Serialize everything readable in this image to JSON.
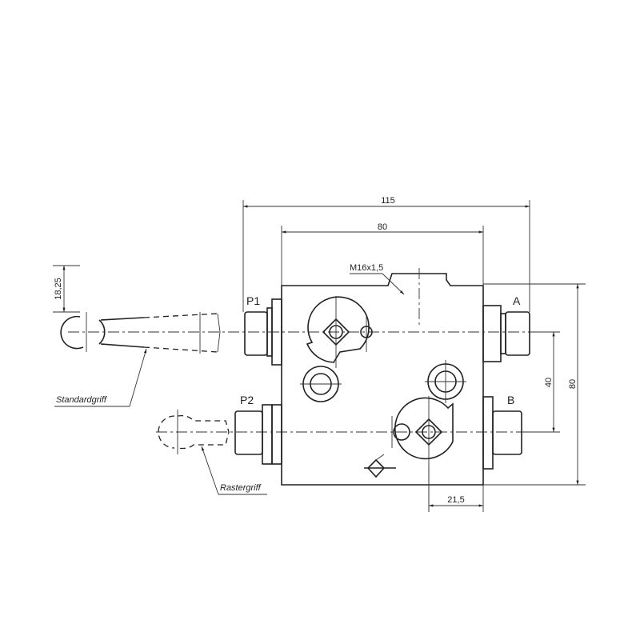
{
  "dimensions": {
    "overall_width": "115",
    "block_width": "80",
    "block_height": "80",
    "port_spacing": "40",
    "offset": "21,5",
    "handle_offset": "18,25"
  },
  "thread_note": "M16x1,5",
  "ports": {
    "p1": "P1",
    "p2": "P2",
    "a": "A",
    "b": "B"
  },
  "handles": {
    "standard": "Standardgriff",
    "detent": "Rastergriff"
  }
}
